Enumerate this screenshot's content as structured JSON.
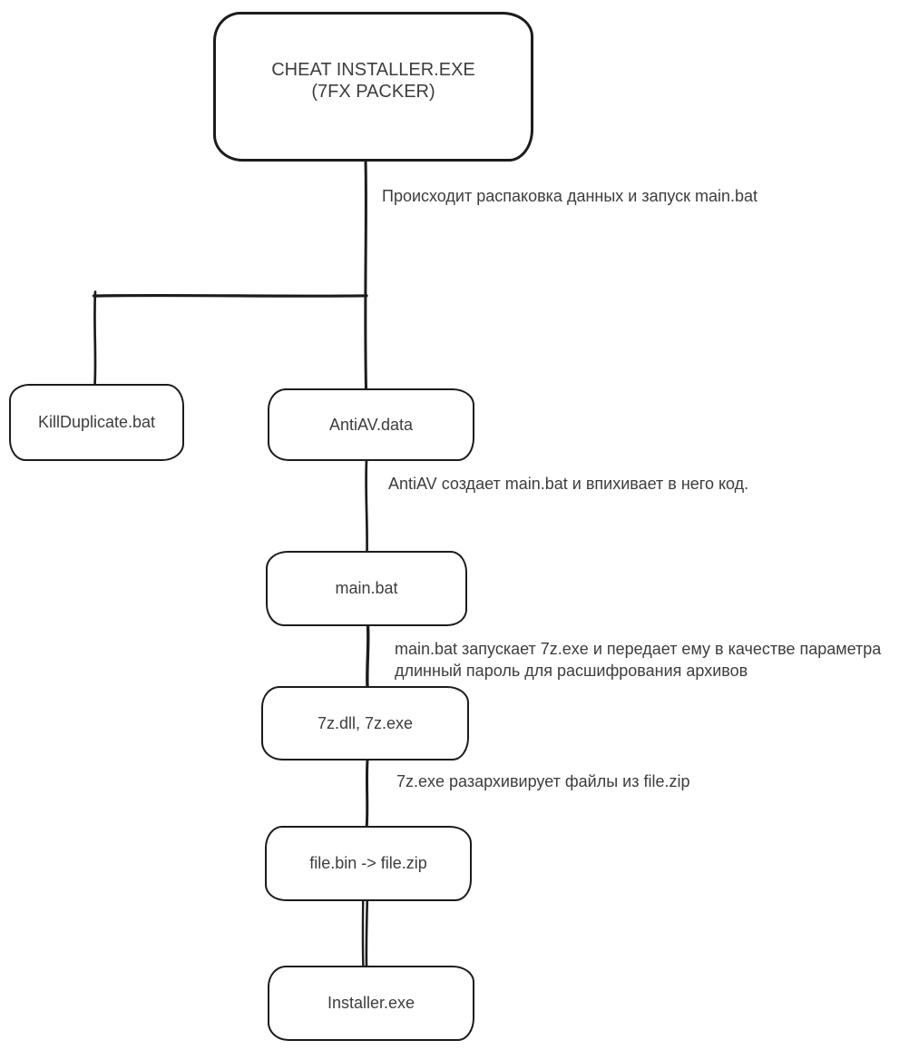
{
  "diagram_title": "Cheat installer unpacking chain",
  "style": {
    "stroke_color": "#1c1c1c",
    "text_color": "#3d3d3d",
    "background_color": "#ffffff"
  },
  "nodes": {
    "root": {
      "line1": "CHEAT INSTALLER.EXE",
      "line2": "(7FX PACKER)"
    },
    "killduplicate": {
      "label": "KillDuplicate.bat"
    },
    "antiav": {
      "label": "AntiAV.data"
    },
    "mainbat": {
      "label": "main.bat"
    },
    "sevenzip": {
      "label": "7z.dll, 7z.exe"
    },
    "filebin": {
      "label": "file.bin -> file.zip"
    },
    "installer": {
      "label": "Installer.exe"
    }
  },
  "annotations": {
    "unpack": "Происходит распаковка данных и запуск main.bat",
    "antiav_creates": "AntiAV создает main.bat и впихивает в него код.",
    "mainbat_runs_line1": "main.bat запускает 7z.exe и передает ему в качестве параметра",
    "mainbat_runs_line2": "длинный пароль для расшифрования архивов",
    "sevenzip_unzips": "7z.exe разархивирует файлы из file.zip"
  }
}
